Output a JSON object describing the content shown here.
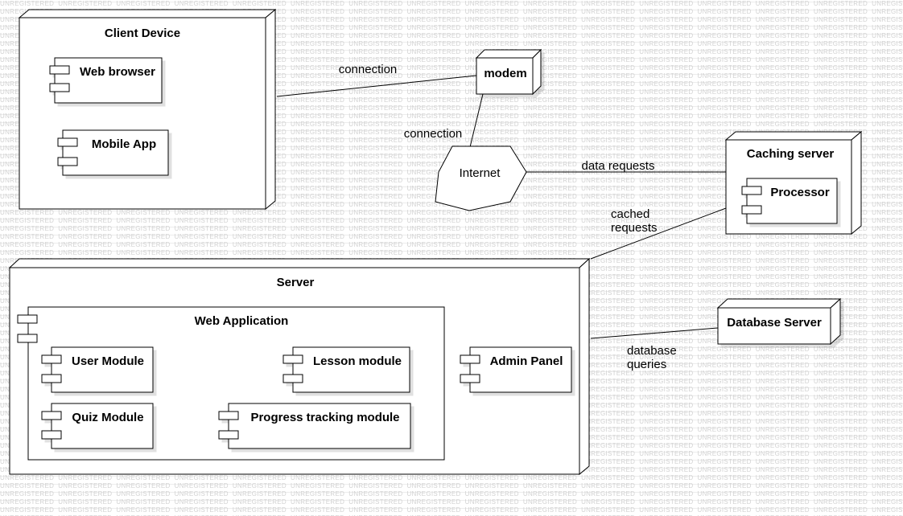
{
  "watermark": "UNREGISTERED",
  "nodes": {
    "client_device": "Client Device",
    "modem": "modem",
    "internet": "Internet",
    "caching_server": "Caching server",
    "server": "Server",
    "database_server": "Database Server"
  },
  "components": {
    "web_browser": "Web browser",
    "mobile_app": "Mobile App",
    "processor": "Processor",
    "web_application": "Web Application",
    "user_module": "User Module",
    "lesson_module": "Lesson module",
    "quiz_module": "Quiz Module",
    "progress_tracking_module": "Progress tracking module",
    "admin_panel": "Admin Panel"
  },
  "connections": {
    "client_modem": "connection",
    "modem_internet": "connection",
    "internet_caching": "data requests",
    "caching_server_line1": "cached",
    "caching_server_line2": "requests",
    "server_database_line1": "database",
    "server_database_line2": "queries"
  }
}
